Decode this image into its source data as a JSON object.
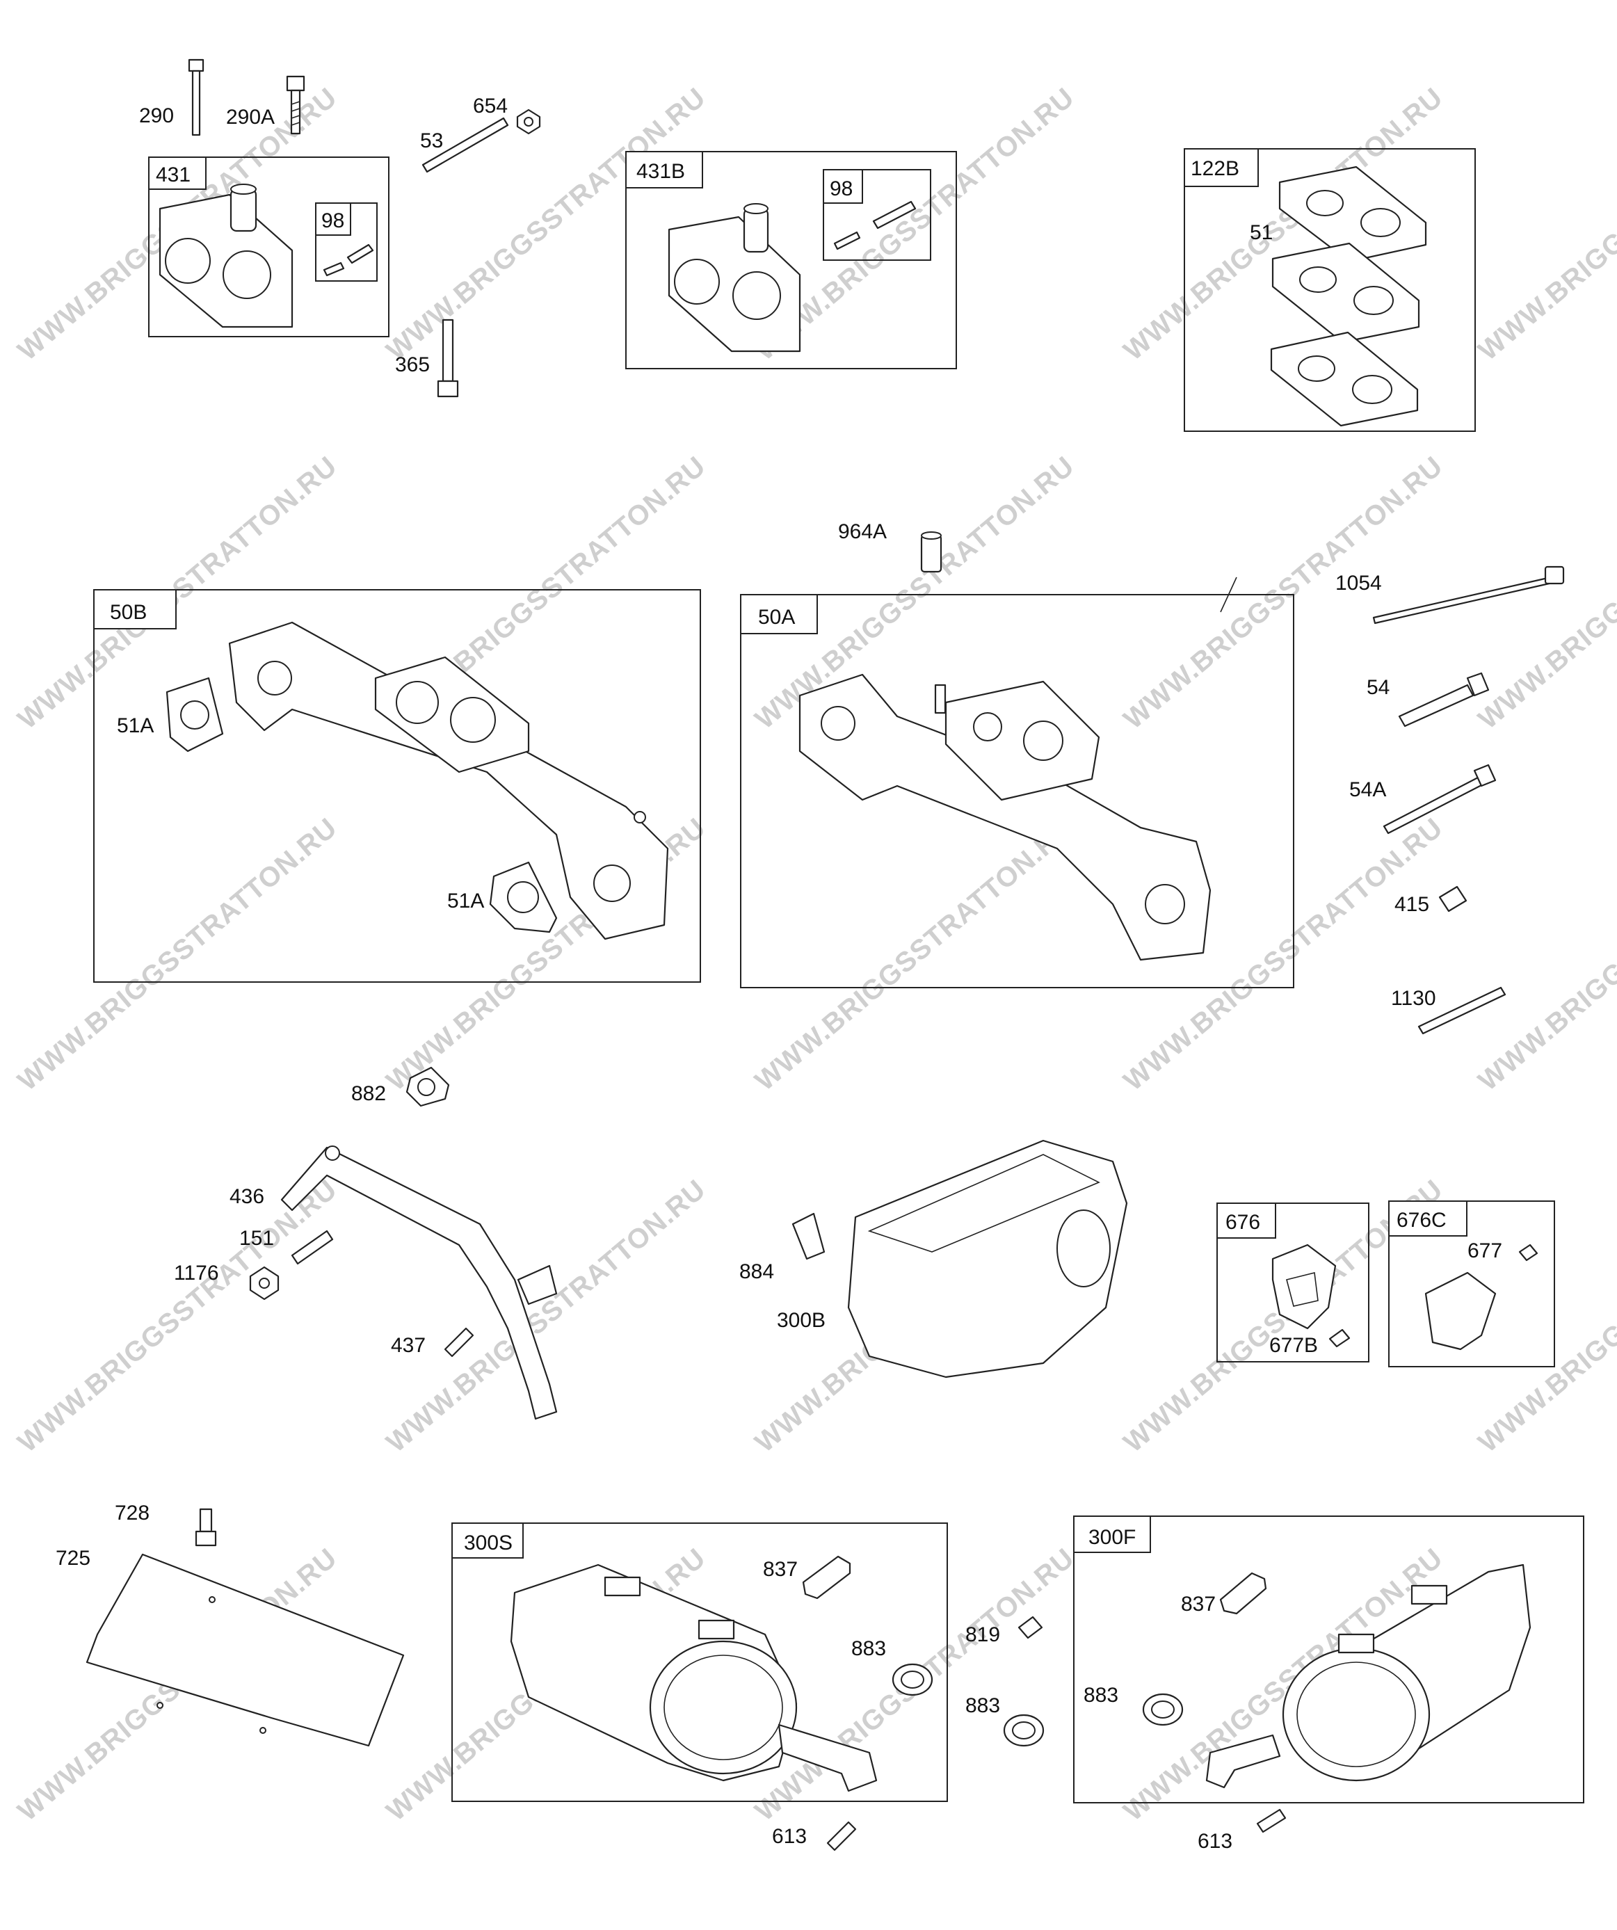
{
  "watermark": "WWW.BRIGGSSTRATTON.RU",
  "boxes": {
    "b431": "431",
    "b98a": "98",
    "b431B": "431B",
    "b98b": "98",
    "b122B": "122B",
    "b50B": "50B",
    "b50A": "50A",
    "b676": "676",
    "b676C": "676C",
    "b300S": "300S",
    "b300F": "300F"
  },
  "labels": {
    "l290": "290",
    "l290A": "290A",
    "l53": "53",
    "l654": "654",
    "l365": "365",
    "l51": "51",
    "l964A": "964A",
    "l1054": "1054",
    "l54": "54",
    "l54A": "54A",
    "l415": "415",
    "l1130": "1130",
    "l51A_1": "51A",
    "l51A_2": "51A",
    "l882": "882",
    "l436": "436",
    "l151": "151",
    "l1176": "1176",
    "l437": "437",
    "l884": "884",
    "l300B": "300B",
    "l677": "677",
    "l677B": "677B",
    "l728": "728",
    "l725": "725",
    "l837_1": "837",
    "l883_1": "883",
    "l819": "819",
    "l883_2": "883",
    "l613_1": "613",
    "l837_2": "837",
    "l883_3": "883",
    "l613_2": "613"
  }
}
